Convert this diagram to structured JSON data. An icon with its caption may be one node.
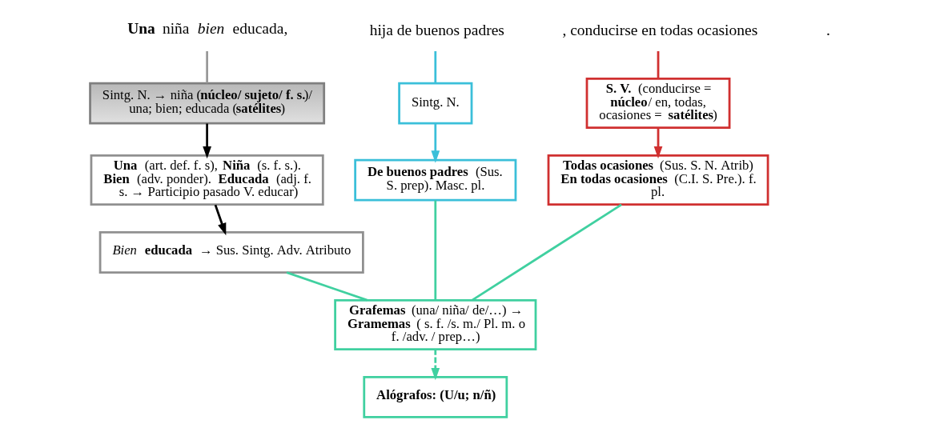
{
  "diagram": {
    "nodes": [
      {
        "text": [
          "**Una** niña *bien* educada,"
        ]
      },
      {
        "text": [
          "hija de buenos padres"
        ]
      },
      {
        "text": [
          ", conducirse en todas ocasiones"
        ]
      },
      {
        "text": [
          "Sintg. N. → niña (**núcleo/ sujeto/ f. s.**)/ una; bien; educada (**satélites**)"
        ]
      },
      {
        "text": [
          "**Una** (art. def. f. s), **Niña** (s. f. s.). **Bien** (adv. ponder). **Educada** (adj. f. s. → Participio pasado V. educar)"
        ]
      },
      {
        "text": [
          "*Bien* **educada** → Sus. Sintg. Adv. Atributo"
        ]
      },
      {
        "text": [
          "Sintg. N."
        ]
      },
      {
        "text": [
          "**De buenos padres** (Sus. S. prep). Masc. pl."
        ]
      },
      {
        "text": [
          "**S. V.** (conducirse = **núcleo**/ en, todas, ocasiones = **satélites**)"
        ]
      },
      {
        "text": [
          "**Todas ocasiones** (Sus. S. N. Atrib)",
          "**En todas ocasiones** (C.I. S. Pre.). f. pl."
        ]
      },
      {
        "text": [
          "**Grafemas** (una/ niña/ de/…) → **Gramemas** ( s. f. /s. m./ Pl. m. o f. /adv. / prep…)"
        ]
      },
      {
        "text": [
          "**Alógrafos: (U/u; n/ñ)**"
        ]
      }
    ],
    "edges": [
      {
        "from": 0,
        "to": 3,
        "arrow": "none",
        "color": "#999999"
      },
      {
        "from": 3,
        "to": 4,
        "arrow": "to",
        "color": "#000000"
      },
      {
        "from": 4,
        "to": 5,
        "arrow": "to",
        "color": "#000000"
      },
      {
        "from": 1,
        "to": 6,
        "arrow": "none",
        "color": "#3bbfd9"
      },
      {
        "from": 6,
        "to": 7,
        "arrow": "to",
        "color": "#3bbfd9"
      },
      {
        "from": 2,
        "to": 8,
        "arrow": "none",
        "color": "#d03030"
      },
      {
        "from": 8,
        "to": 9,
        "arrow": "to",
        "color": "#d03030"
      },
      {
        "from": 5,
        "to": 10,
        "arrow": "none",
        "color": "#40d0a0"
      },
      {
        "from": 7,
        "to": 10,
        "arrow": "none",
        "color": "#40d0a0"
      },
      {
        "from": 9,
        "to": 10,
        "arrow": "none",
        "color": "#40d0a0"
      },
      {
        "from": 10,
        "to": 11,
        "arrow": "to",
        "style": "dashed",
        "color": "#40d0a0"
      }
    ],
    "labels": [
      "."
    ]
  }
}
